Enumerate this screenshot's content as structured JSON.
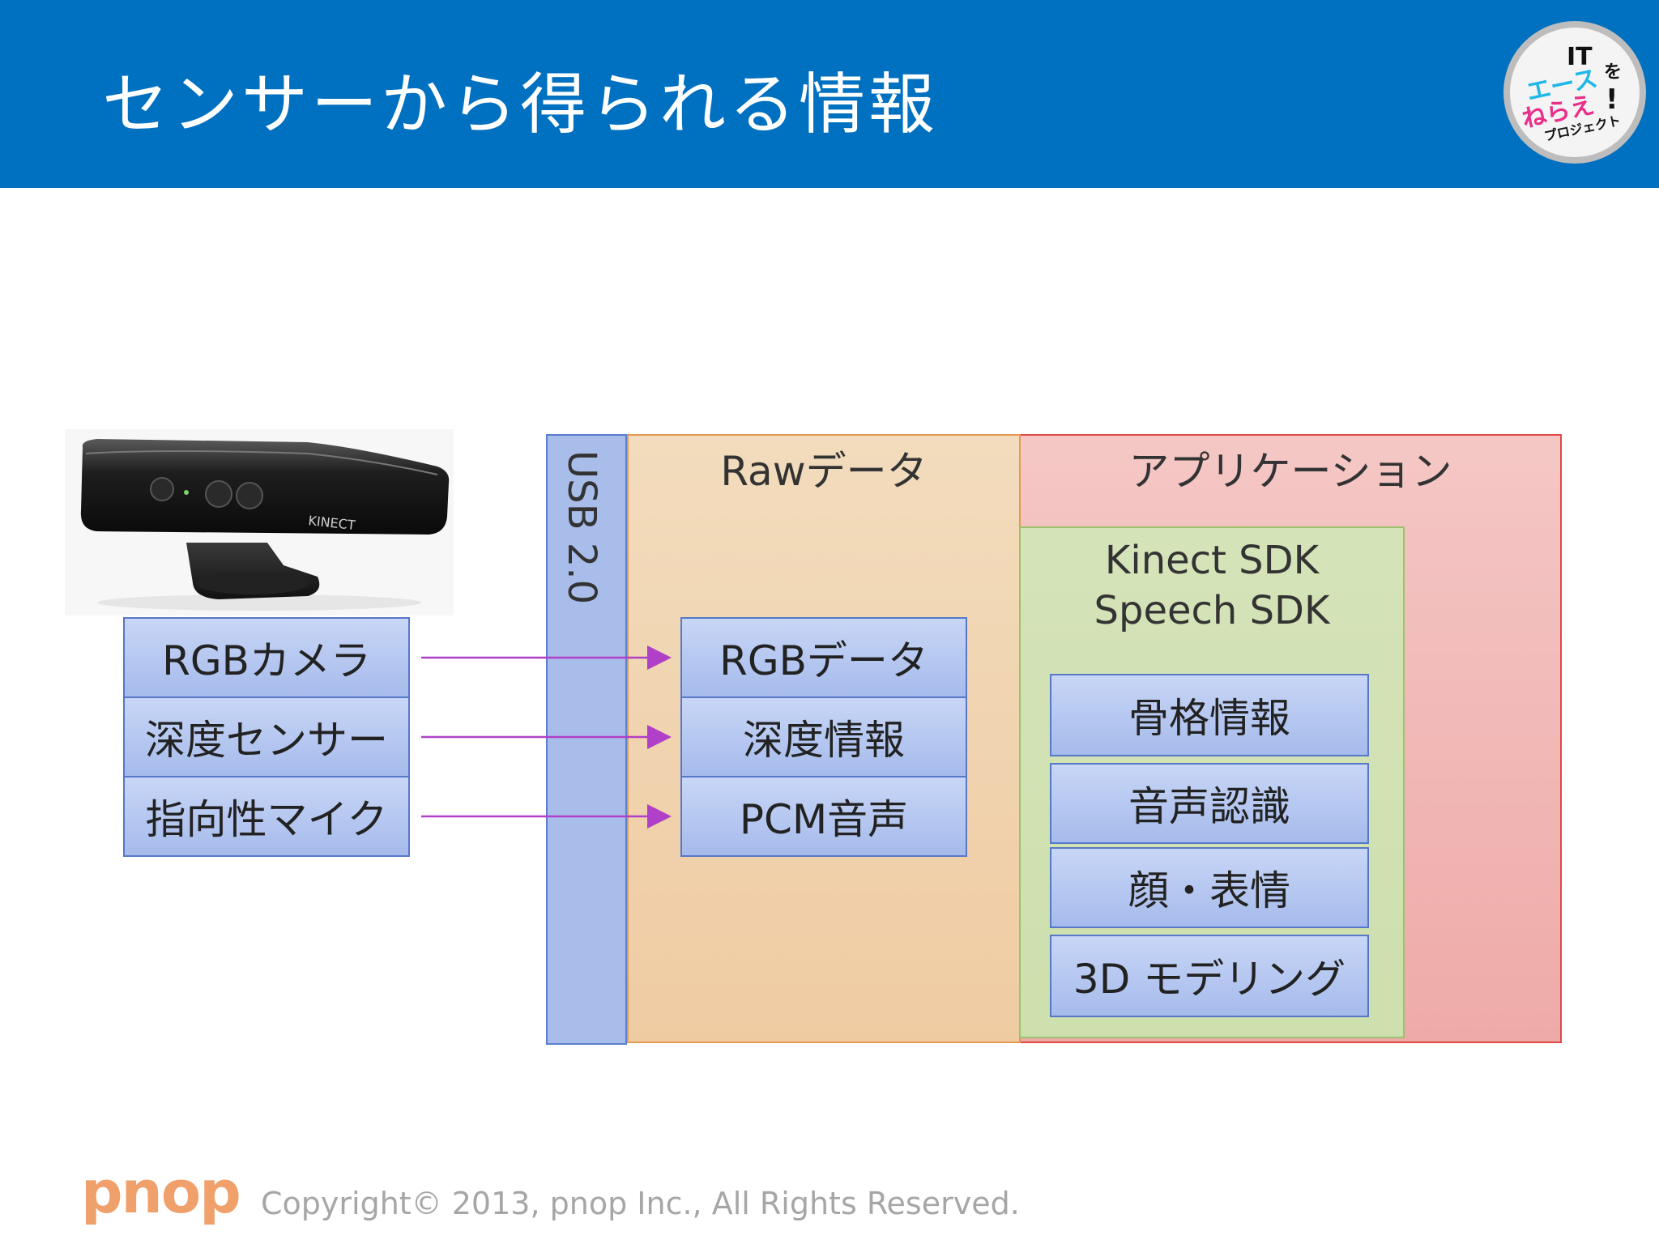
{
  "slide": {
    "title": "センサーから得られる情報"
  },
  "logo": {
    "line1": "IT",
    "line2": "エース",
    "line3": "ねらえ",
    "side": "を",
    "mark": "!",
    "line4": "プロジェクト"
  },
  "device": {
    "brand": "KINECT"
  },
  "sensors": [
    {
      "label": "RGBカメラ"
    },
    {
      "label": "深度センサー"
    },
    {
      "label": "指向性マイク"
    }
  ],
  "usb": {
    "label": "USB 2.0"
  },
  "raw": {
    "title": "Rawデータ",
    "items": [
      {
        "label": "RGBデータ"
      },
      {
        "label": "深度情報"
      },
      {
        "label": "PCM音声"
      }
    ]
  },
  "application": {
    "title": "アプリケーション",
    "sdk_line1": "Kinect SDK",
    "sdk_line2": "Speech SDK",
    "features": [
      {
        "label": "骨格情報"
      },
      {
        "label": "音声認識"
      },
      {
        "label": "顔・表情"
      },
      {
        "label": "3D モデリング"
      }
    ]
  },
  "footer": {
    "brand": "pnop",
    "copyright": "Copyright© 2013, pnop Inc., All Rights Reserved."
  },
  "colors": {
    "header": "#0070c0",
    "arrow": "#b040c8",
    "box_border": "#5578c8"
  }
}
